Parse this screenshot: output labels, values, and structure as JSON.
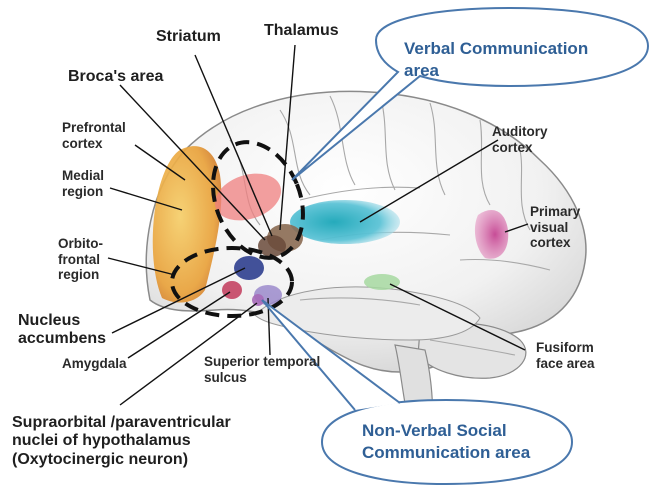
{
  "labels": {
    "striatum": "Striatum",
    "thalamus": "Thalamus",
    "broca": "Broca's area",
    "prefrontal": "Prefrontal\ncortex",
    "medial": "Medial\nregion",
    "orbito": "Orbito-\nfrontal\nregion",
    "nucleus": "Nucleus\naccumbens",
    "amygdala": "Amygdala",
    "sts": "Superior temporal\nsulcus",
    "supraoptic": "Supraorbital /paraventricular\nnuclei of hypothalamus\n(Oxytocinergic neuron)",
    "auditory": "Auditory\ncortex",
    "visual": "Primary\nvisual\ncortex",
    "fusiform": "Fusiform\nface area"
  },
  "callouts": {
    "verbal": "Verbal Communication\narea",
    "nonverbal": "Non-Verbal Social\nCommunication area"
  },
  "colors": {
    "callout_text": "#2f5f95",
    "callout_border": "#4a78ad",
    "prefrontal": "#e9a23b",
    "broca": "#ef7f7f",
    "auditory": "#2fb1c6",
    "visual": "#d94b9a",
    "fusiform": "#8fcf8f",
    "amygdala": "#c23a5a",
    "nucleus": "#2f3f8f"
  }
}
